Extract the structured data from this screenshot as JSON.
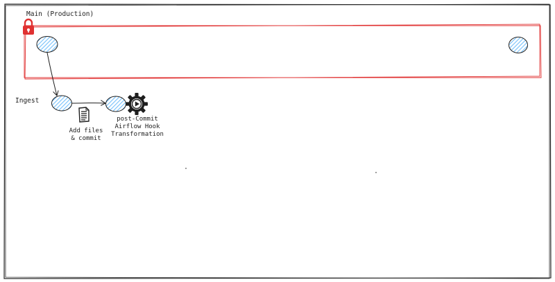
{
  "canvas": {
    "background": "#ffffff",
    "accent_red": "#e03131",
    "node_fill": "#a5d8ff",
    "stroke": "#1e1e1e"
  },
  "branches": {
    "main": {
      "label": "Main (Production)",
      "locked": true,
      "icon": "lock-icon"
    },
    "ingest": {
      "label": "Ingest"
    }
  },
  "steps": {
    "add_files": {
      "icon": "document-icon",
      "lines": [
        "Add files",
        "& commit"
      ]
    },
    "post_commit": {
      "icon": "gear-play-icon",
      "lines": [
        "post-Commit",
        "Airflow Hook",
        "Transformation"
      ]
    }
  }
}
